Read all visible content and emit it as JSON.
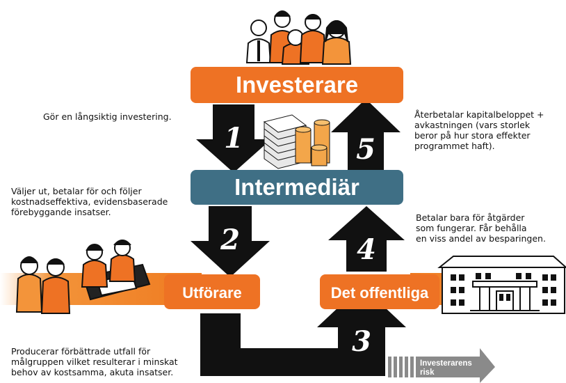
{
  "boxes": {
    "investors": "Investerare",
    "intermediary": "Intermediär",
    "provider": "Utförare",
    "public_sector": "Det offentliga"
  },
  "steps": [
    "1",
    "2",
    "3",
    "4",
    "5"
  ],
  "descriptions": {
    "step1": "Gör en långsiktig investering.",
    "step2": "Väljer ut, betalar för och följer\nkostnadseffektiva, evidensbaserade\nförebyggande insatser.",
    "step3": "Producerar förbättrade utfall för\nmålgruppen vilket resulterar i minskat\nbehov av kostsamma, akuta insatser.",
    "step4": "Betalar bara för åtgärder\nsom fungerar. Får behålla\nen viss andel av besparingen.",
    "step5": "Återbetalar kapitalbeloppet +\navkastningen (vars storlek\nberor på hur stora effekter\nprogrammet haft)."
  },
  "risk_arrow": {
    "line1": "Investerarens",
    "line2": "risk"
  },
  "colors": {
    "orange": "#ee7224",
    "orange_light": "#f3943a",
    "teal": "#3f6f85",
    "black": "#111111",
    "gray": "#8a8a8a"
  },
  "icons": [
    "investors-group-icon",
    "money-stack-icon",
    "provider-people-icon",
    "government-building-icon"
  ]
}
